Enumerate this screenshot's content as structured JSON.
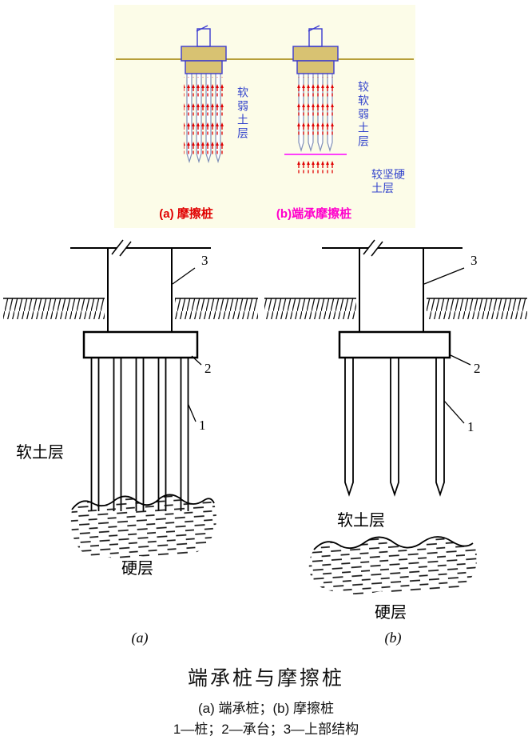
{
  "top_panel": {
    "label_soft_weak": "软弱土层",
    "label_rel_soft_weak": "较软弱土层",
    "label_rel_hard_line1": "较坚硬",
    "label_rel_hard_line2": "土层",
    "caption_a": "(a) 摩擦桩",
    "caption_b": "(b)端承摩擦桩",
    "colors": {
      "panel_bg": "#FCFCE8",
      "structure_outline": "#3A3AD0",
      "cap_fill": "#D8C272",
      "pile_outline": "#8090B8",
      "friction_arrow": "#E00000",
      "ground_line": "#A08000",
      "hard_layer_line": "#FF00FF",
      "caption_a_color": "#E00000",
      "caption_b_color": "#FF00CC",
      "label_color": "#3344CC"
    }
  },
  "bottom_panel": {
    "fig_a": {
      "label_soft": "软土层",
      "label_hard": "硬层",
      "sub_label": "(a)",
      "callout_pile": "1",
      "callout_cap": "2",
      "callout_superstructure": "3"
    },
    "fig_b": {
      "label_soft": "软土层",
      "label_hard": "硬层",
      "sub_label": "(b)",
      "callout_pile": "1",
      "callout_cap": "2",
      "callout_superstructure": "3"
    },
    "title": "端承桩与摩擦桩",
    "caption_line1": "(a) 端承桩；(b) 摩擦桩",
    "caption_line2": "1—桩；2—承台；3—上部结构"
  }
}
